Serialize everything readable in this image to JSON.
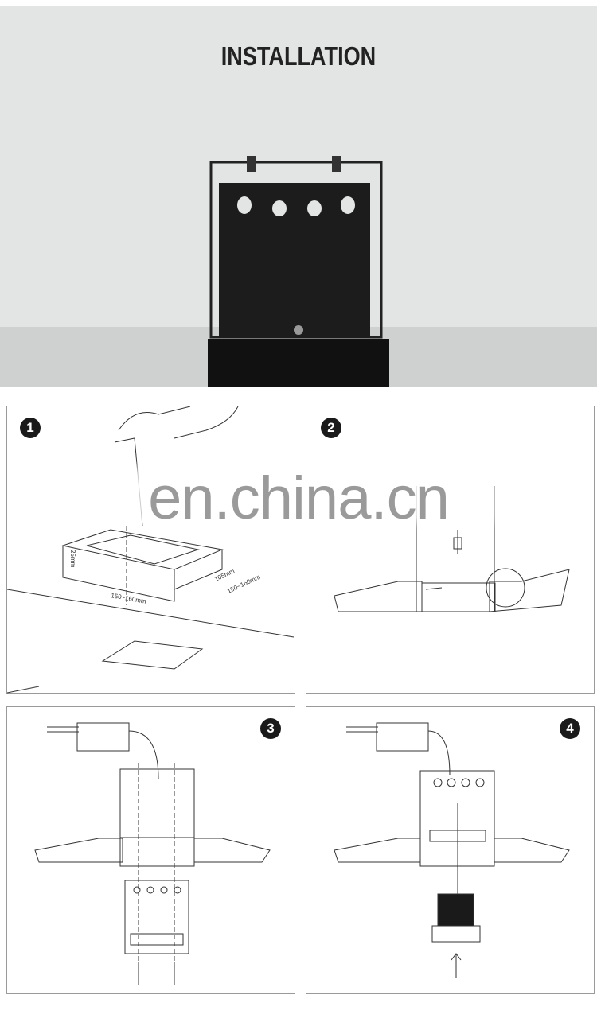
{
  "header": {
    "title": "INSTALLATION"
  },
  "steps": [
    {
      "number": "1",
      "dims": {
        "height": "25mm",
        "inner": "105mm",
        "outer_right": "150~160mm",
        "outer_front": "150~160mm"
      }
    },
    {
      "number": "2"
    },
    {
      "number": "3"
    },
    {
      "number": "4"
    }
  ],
  "watermark": "en.china.cn",
  "colors": {
    "hero_bg": "#e3e4e4",
    "floor": "#cfd0d0",
    "product": "#1c1c1c",
    "line": "#333333"
  }
}
